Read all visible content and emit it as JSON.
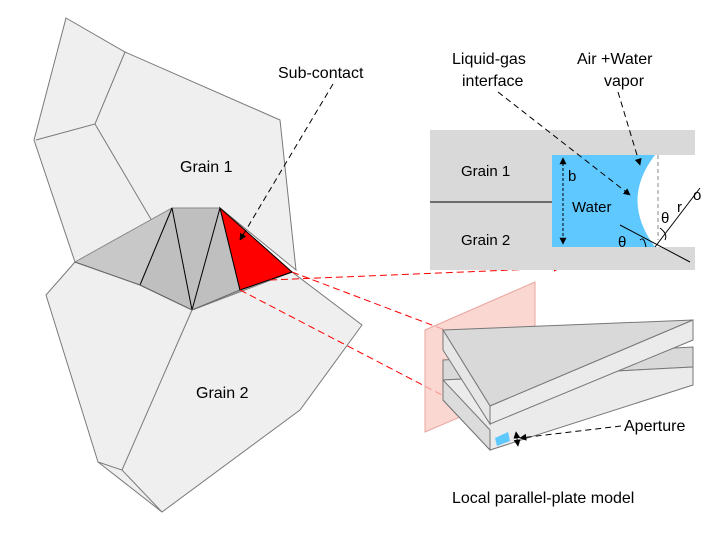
{
  "labels": {
    "sub_contact": "Sub-contact",
    "grain1": "Grain 1",
    "grain2": "Grain 2",
    "liquid_gas_line1": "Liquid-gas",
    "liquid_gas_line2": "interface",
    "air_line1": "Air +Water",
    "air_line2": "vapor",
    "inset_grain1": "Grain 1",
    "inset_grain2": "Grain 2",
    "water": "Water",
    "b": "b",
    "theta_top": "θ",
    "theta_bottom": "θ",
    "r": "r",
    "o": "o",
    "aperture": "Aperture",
    "model_caption": "Local parallel-plate model"
  },
  "colors": {
    "grain_fill": "#efefef",
    "contact_fill": "#bfbfbf",
    "sub_contact_fill": "#ff0000",
    "water_fill": "#5fc8ff",
    "inset_fill": "#d9d9d9",
    "plate_top": "#d9d9d9",
    "plate_side": "#ebebeb",
    "plane_fill": "#f9c9c3",
    "leader_red": "#ff0000"
  }
}
